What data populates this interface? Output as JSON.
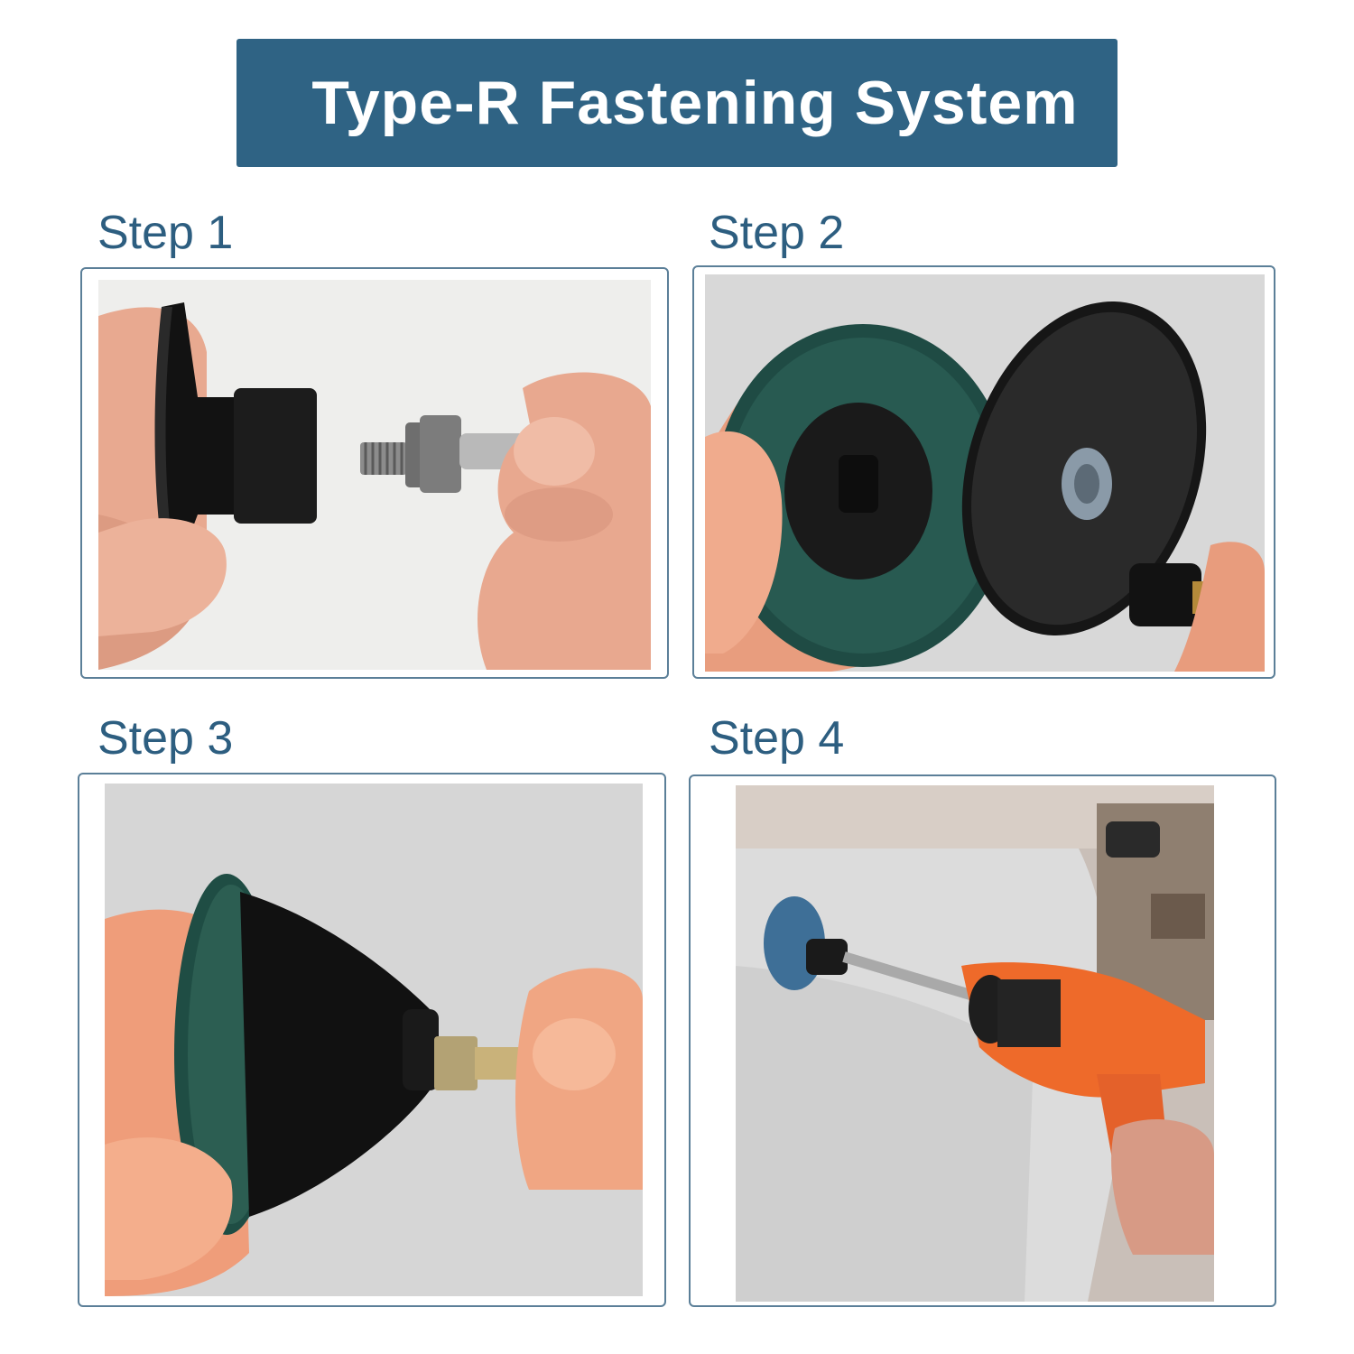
{
  "banner": {
    "title": "Type-R Fastening System",
    "color": "#2f6384"
  },
  "steps": [
    {
      "label": "Step 1",
      "photo": "hands-holding-backing-pad-and-threaded-mandrel"
    },
    {
      "label": "Step 2",
      "photo": "green-sanding-disc-and-backing-pad"
    },
    {
      "label": "Step 3",
      "photo": "assembled-sanding-disc-on-mandrel"
    },
    {
      "label": "Step 4",
      "photo": "cordless-drill-sanding-surface"
    }
  ],
  "colors": {
    "label_text": "#2d5e80",
    "frame_border": "#5b7f98"
  }
}
